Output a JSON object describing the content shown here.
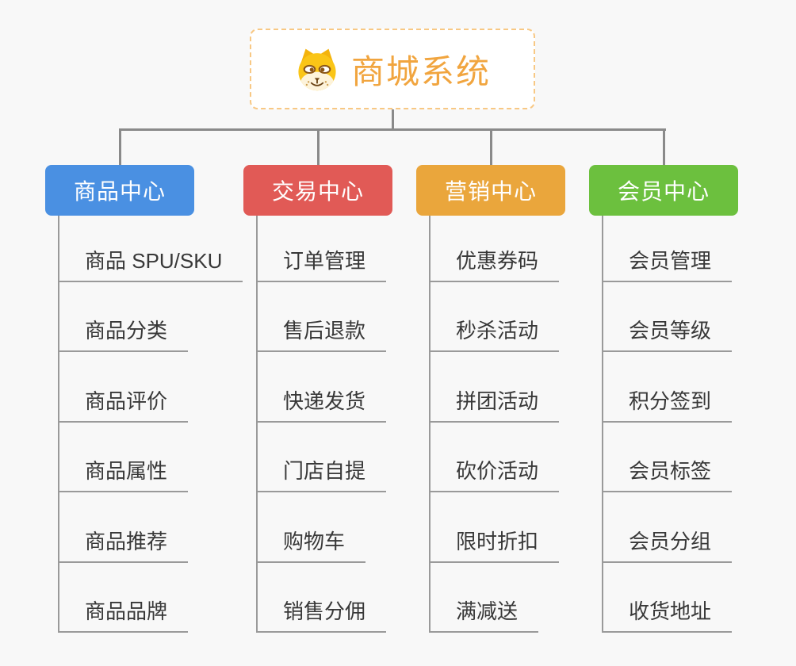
{
  "root": {
    "title": "商城系统",
    "icon": "dog-face-icon",
    "accent_color": "#f1a53f",
    "border_color": "#f8c884"
  },
  "connector_color": "#8a8a8a",
  "branches": [
    {
      "label": "商品中心",
      "color": "#4a90e2",
      "children": [
        "商品 SPU/SKU",
        "商品分类",
        "商品评价",
        "商品属性",
        "商品推荐",
        "商品品牌"
      ]
    },
    {
      "label": "交易中心",
      "color": "#e15a56",
      "children": [
        "订单管理",
        "售后退款",
        "快递发货",
        "门店自提",
        "购物车",
        "销售分佣"
      ]
    },
    {
      "label": "营销中心",
      "color": "#eaa63c",
      "children": [
        "优惠券码",
        "秒杀活动",
        "拼团活动",
        "砍价活动",
        "限时折扣",
        "满减送"
      ]
    },
    {
      "label": "会员中心",
      "color": "#6cc03e",
      "children": [
        "会员管理",
        "会员等级",
        "积分签到",
        "会员标签",
        "会员分组",
        "收货地址"
      ]
    }
  ]
}
